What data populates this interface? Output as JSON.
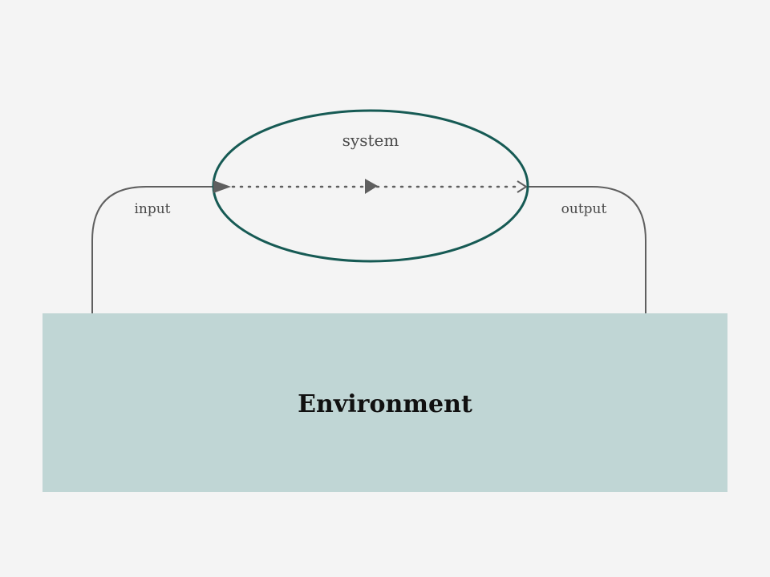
{
  "diagram": {
    "system_label": "system",
    "input_label": "input",
    "output_label": "output",
    "environment_label": "Environment"
  },
  "colors": {
    "background": "#f4f4f4",
    "system_stroke": "#165a54",
    "environment_fill": "#c0d6d5",
    "line": "#5f5f5f",
    "text": "#4a4a4a",
    "environment_text": "#111111"
  }
}
